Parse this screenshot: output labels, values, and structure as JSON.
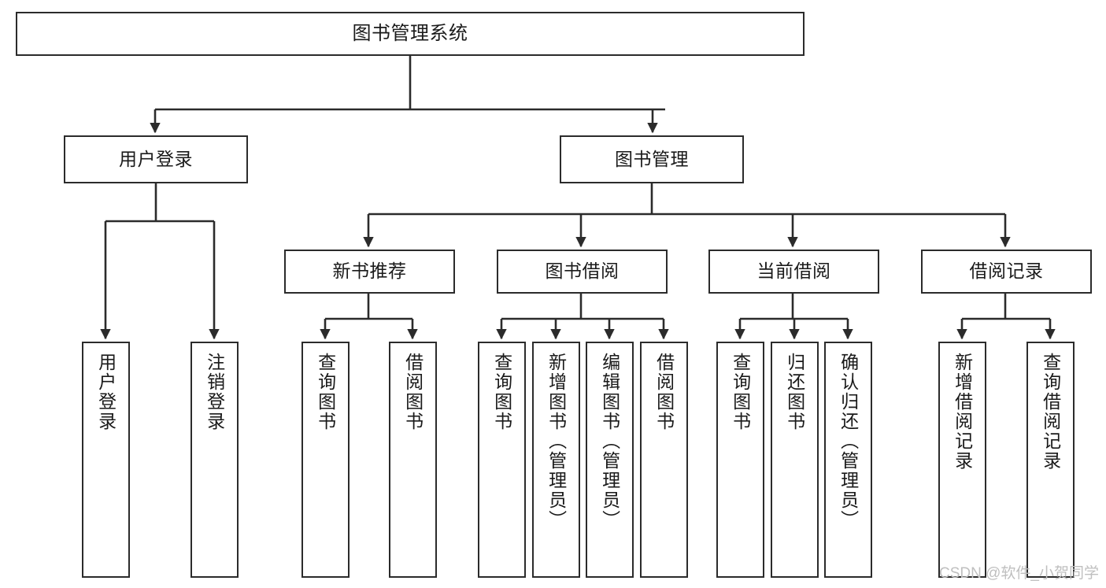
{
  "diagram": {
    "title": "图书管理系统",
    "type": "tree-hierarchy-diagram",
    "colors": {
      "box_border": "#2b2b2b",
      "box_fill": "#ffffff",
      "connector": "#2b2b2b",
      "background": "#ffffff",
      "watermark": "#bfbfbf"
    }
  },
  "watermark": {
    "text": "CSDN @软件_小贺同学"
  },
  "nodes": {
    "root": {
      "label": "图书管理系统"
    },
    "level2": [
      {
        "id": "user-login",
        "label": "用户登录"
      },
      {
        "id": "book-management",
        "label": "图书管理"
      }
    ],
    "level3": [
      {
        "id": "new-book-recommend",
        "label": "新书推荐"
      },
      {
        "id": "book-borrow",
        "label": "图书借阅"
      },
      {
        "id": "current-borrow",
        "label": "当前借阅"
      },
      {
        "id": "borrow-record",
        "label": "借阅记录"
      }
    ],
    "leaves": {
      "user_login": [
        {
          "id": "leaf-user-login",
          "label": "用户登录"
        },
        {
          "id": "leaf-logout-login",
          "label": "注销登录"
        }
      ],
      "new_book_recommend": [
        {
          "id": "leaf-query-book-1",
          "label": "查询图书"
        },
        {
          "id": "leaf-borrow-book-1",
          "label": "借阅图书"
        }
      ],
      "book_borrow": [
        {
          "id": "leaf-query-book-2",
          "label": "查询图书"
        },
        {
          "id": "leaf-add-book",
          "label": "新增图书（管理员）"
        },
        {
          "id": "leaf-edit-book",
          "label": "编辑图书（管理员）"
        },
        {
          "id": "leaf-borrow-book-2",
          "label": "借阅图书"
        }
      ],
      "current_borrow": [
        {
          "id": "leaf-query-book-3",
          "label": "查询图书"
        },
        {
          "id": "leaf-return-book",
          "label": "归还图书"
        },
        {
          "id": "leaf-confirm-return",
          "label": "确认归还（管理员）"
        }
      ],
      "borrow_record": [
        {
          "id": "leaf-add-borrow-record",
          "label": "新增借阅记录"
        },
        {
          "id": "leaf-query-borrow-record",
          "label": "查询借阅记录"
        }
      ]
    }
  }
}
